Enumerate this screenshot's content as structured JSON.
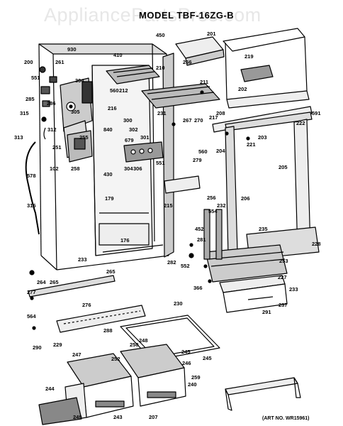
{
  "watermark": "AppliancePartsPros.com",
  "model_title": "MODEL TBF-16ZG-B",
  "art_number": "(ART NO. WR15961)",
  "part_labels": [
    "930",
    "410",
    "450",
    "201",
    "200",
    "261",
    "304",
    "210",
    "266",
    "551",
    "560",
    "212",
    "219",
    "211",
    "285",
    "286",
    "216",
    "202",
    "315",
    "305",
    "231",
    "217",
    "312",
    "840",
    "300",
    "267",
    "270",
    "208",
    "302",
    "301",
    "251",
    "255",
    "679",
    "304",
    "560",
    "279",
    "204",
    "222",
    "221",
    "203",
    "591",
    "313",
    "102",
    "258",
    "306",
    "551",
    "578",
    "430",
    "179",
    "215",
    "316",
    "205",
    "206",
    "256",
    "554",
    "232",
    "452",
    "281",
    "235",
    "228",
    "176",
    "233",
    "265",
    "282",
    "552",
    "253",
    "227",
    "264",
    "265",
    "366",
    "233",
    "277",
    "276",
    "230",
    "237",
    "564",
    "288",
    "291",
    "290",
    "229",
    "245",
    "247",
    "248",
    "245",
    "250",
    "252",
    "246",
    "259",
    "240",
    "244",
    "249",
    "243",
    "207"
  ]
}
